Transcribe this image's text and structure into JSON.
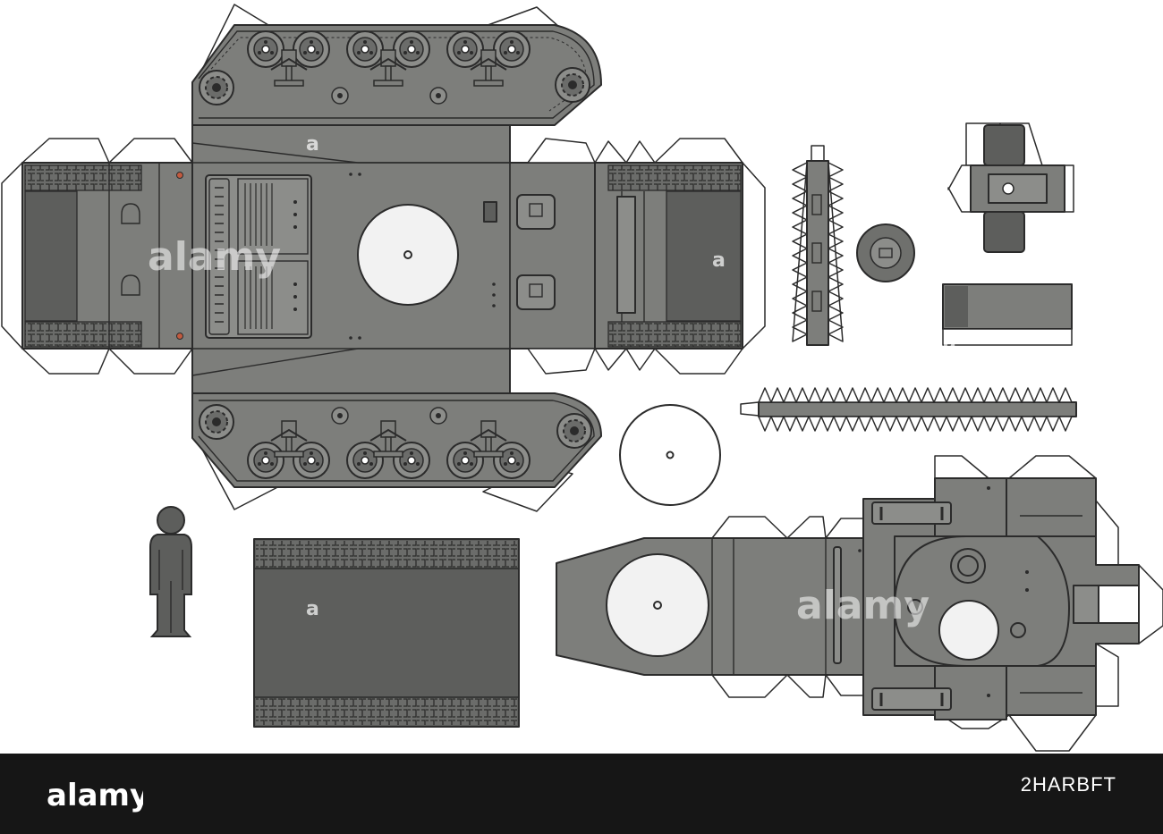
{
  "watermark": {
    "word": "alamy",
    "letter": "a"
  },
  "footer": {
    "logo_word": "alamy",
    "image_id": "2HARBFT"
  },
  "colors": {
    "body": "#7d7e7b",
    "shadow": "#5d5e5c",
    "line": "#2b2b2b",
    "background": "#ffffff",
    "footer": "#161616"
  }
}
